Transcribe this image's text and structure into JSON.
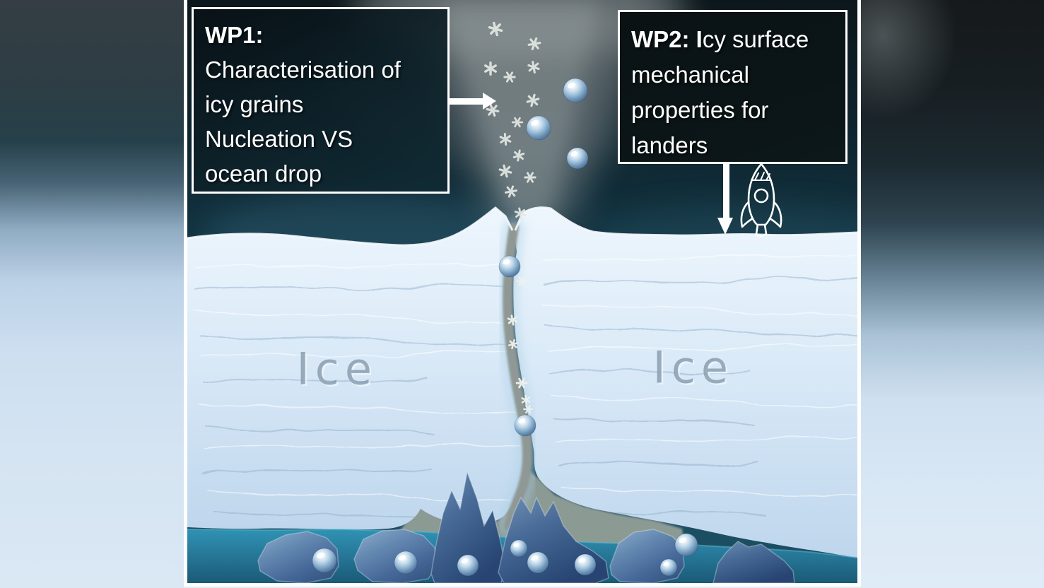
{
  "boxes": {
    "wp1": {
      "lines": [
        "WP1:",
        "Characterisation of",
        "icy grains",
        "Nucleation VS",
        "ocean drop"
      ]
    },
    "wp2": {
      "line1_bold": "WP2: I",
      "line1_rest": "cy surface",
      "lines_rest": [
        "mechanical",
        "properties for",
        "landers"
      ]
    }
  },
  "labels": {
    "ice_left": "Ice",
    "ice_right": "Ice"
  },
  "icons": {
    "right_arrow": "right-arrow-icon",
    "down_arrow": "down-arrow-icon",
    "rocket": "rocket-lander-icon",
    "snowflake": "snowflake-icon",
    "grain": "icy-grain-sphere"
  },
  "colors": {
    "box_border": "#ffffff",
    "box_text": "#ffffff",
    "sky_top": "#0c171c",
    "sky_horizon": "#1d4f63",
    "plume_mist": "#8b9294",
    "ice": "#d9e8f7",
    "crack_channel": "#8f9894",
    "ocean": "#2b8cad",
    "ice_chunk": "#4a6d98"
  }
}
